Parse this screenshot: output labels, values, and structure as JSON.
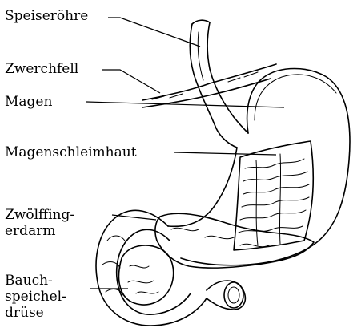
{
  "labels": {
    "esophagus": "Speiseröhre",
    "diaphragm": "Zwerchfell",
    "stomach": "Magen",
    "gastric_mucosa": "Magenschleimhaut",
    "duodenum": "Zwölffing-\nerdarm",
    "pancreas": "Bauch-\nspeichel-\ndrüse"
  },
  "colors": {
    "ink": "#000000",
    "background": "#ffffff"
  }
}
